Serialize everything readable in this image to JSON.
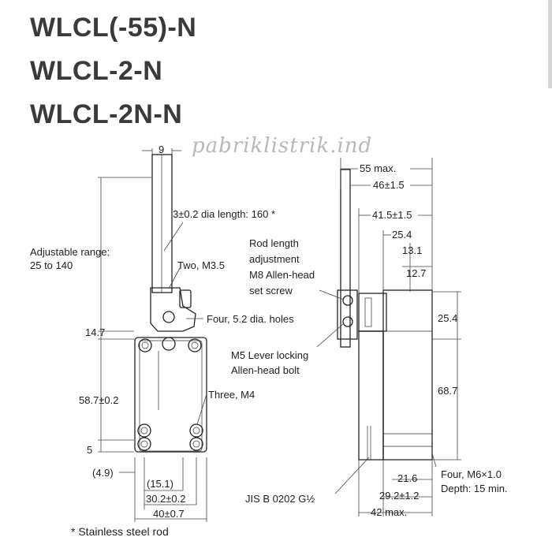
{
  "titles": [
    "WLCL(-55)-N",
    "WLCL-2-N",
    "WLCL-2N-N"
  ],
  "watermark": "pabriklistrik.ind",
  "front_view": {
    "dim_width_top": "9",
    "rod_note": "3±0.2 dia length: 160 *",
    "adjustable_label_1": "Adjustable range:",
    "adjustable_label_2": "25 to 140",
    "two_m35": "Two, M3.5",
    "four_holes": "Four, 5.2 dia. holes",
    "dim_14_7": "14.7",
    "dim_58_7": "58.7±0.2",
    "three_m4": "Three, M4",
    "dim_5": "5",
    "dim_4_9": "(4.9)",
    "dim_15_1": "(15.1)",
    "dim_30_2": "30.2±0.2",
    "dim_40": "40±0.7"
  },
  "side_view": {
    "dim_55": "55 max.",
    "dim_46": "46±1.5",
    "dim_41_5": "41.5±1.5",
    "dim_25_4_top": "25.4",
    "dim_13_1": "13.1",
    "dim_12_7": "12.7",
    "rod_adj_1": "Rod length",
    "rod_adj_2": "adjustment",
    "rod_adj_3": "M8 Allen-head",
    "rod_adj_4": "set screw",
    "dim_25_4_right": "25.4",
    "m5_1": "M5 Lever locking",
    "m5_2": "Allen-head bolt",
    "dim_68_7": "68.7",
    "four_m6_1": "Four, M6×1.0",
    "four_m6_2": "Depth: 15 min.",
    "dim_21_6": "21.6",
    "jis": "JIS B 0202 G½",
    "dim_29_2": "29.2±1.2",
    "dim_42": "42 max."
  },
  "footnote": "* Stainless steel rod"
}
